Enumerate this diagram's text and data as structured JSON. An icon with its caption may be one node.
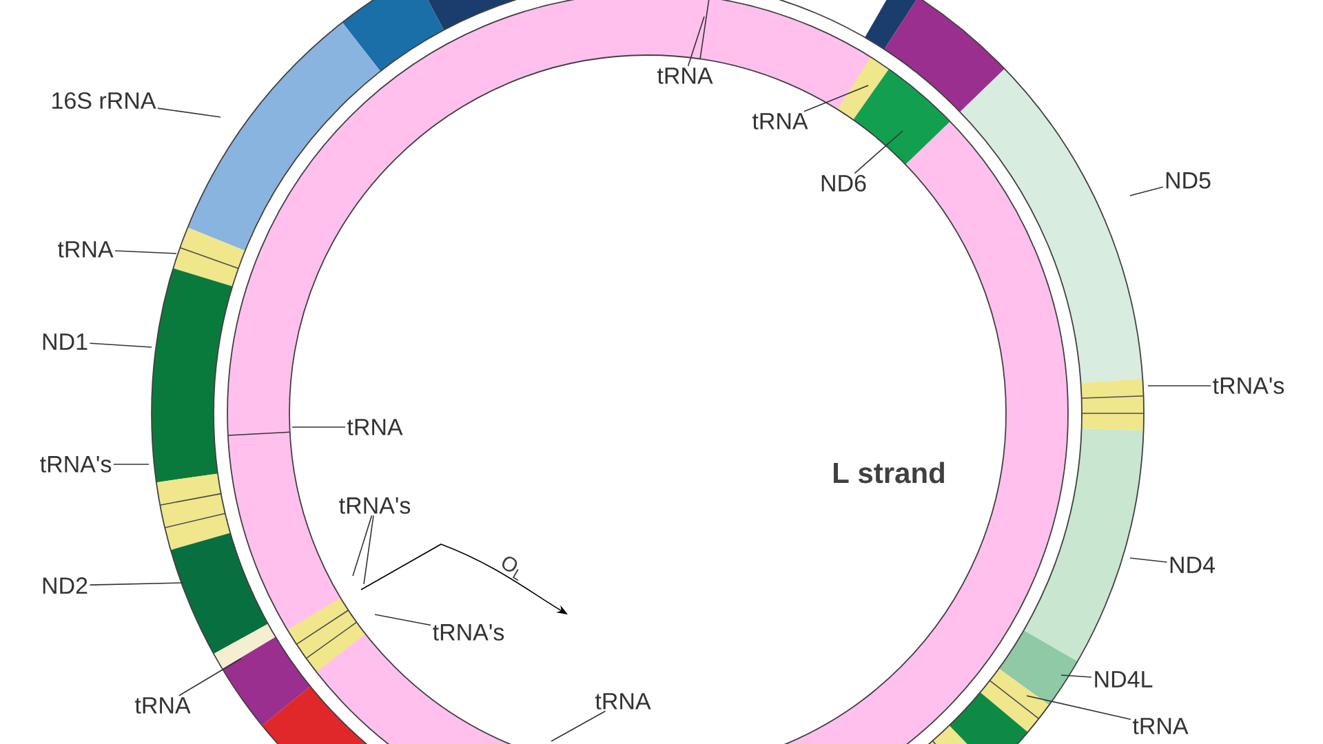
{
  "diagram": {
    "nodes": [
      {
        "text": [
          "16S rRNA"
        ]
      },
      {
        "text": [
          "tRNA"
        ]
      },
      {
        "text": [
          "ND1"
        ]
      },
      {
        "text": [
          "tRNA's"
        ]
      },
      {
        "text": [
          "ND2"
        ]
      },
      {
        "text": [
          "tRNA"
        ]
      },
      {
        "text": [
          "tRNA"
        ]
      },
      {
        "text": [
          "tRNA's"
        ]
      },
      {
        "text": [
          "tRNA's"
        ]
      },
      {
        "text": [
          "tRNA"
        ]
      },
      {
        "text": [
          "tRNA"
        ]
      },
      {
        "text": [
          "tRNA"
        ]
      },
      {
        "text": [
          "ND6"
        ]
      },
      {
        "text": [
          "ND5"
        ]
      },
      {
        "text": [
          "tRNA's"
        ]
      },
      {
        "text": [
          "ND4"
        ]
      },
      {
        "text": [
          "ND4L"
        ]
      },
      {
        "text": [
          "tRNA"
        ]
      }
    ],
    "edges": [
      {
        "from": 0,
        "to": null,
        "arrow": "none"
      },
      {
        "from": 1,
        "to": null,
        "arrow": "none"
      },
      {
        "from": 2,
        "to": null,
        "arrow": "none"
      },
      {
        "from": 3,
        "to": null,
        "arrow": "none"
      },
      {
        "from": 4,
        "to": null,
        "arrow": "none"
      },
      {
        "from": 5,
        "to": null,
        "arrow": "none"
      },
      {
        "from": 6,
        "to": null,
        "arrow": "none"
      },
      {
        "from": 7,
        "to": null,
        "arrow": "none"
      },
      {
        "from": 7,
        "to": null,
        "arrow": "none"
      },
      {
        "from": 8,
        "to": null,
        "arrow": "none"
      },
      {
        "from": 9,
        "to": null,
        "arrow": "none"
      },
      {
        "from": 10,
        "to": null,
        "arrow": "none"
      },
      {
        "from": 11,
        "to": null,
        "arrow": "none"
      },
      {
        "from": 12,
        "to": null,
        "arrow": "none"
      },
      {
        "from": 13,
        "to": null,
        "arrow": "none"
      },
      {
        "from": 14,
        "to": null,
        "arrow": "none"
      },
      {
        "from": 15,
        "to": null,
        "arrow": "none"
      },
      {
        "from": 16,
        "to": null,
        "arrow": "none"
      },
      {
        "from": 17,
        "to": null,
        "arrow": "none"
      }
    ],
    "labels": [
      "L strand",
      "O$_{L}$"
    ]
  }
}
